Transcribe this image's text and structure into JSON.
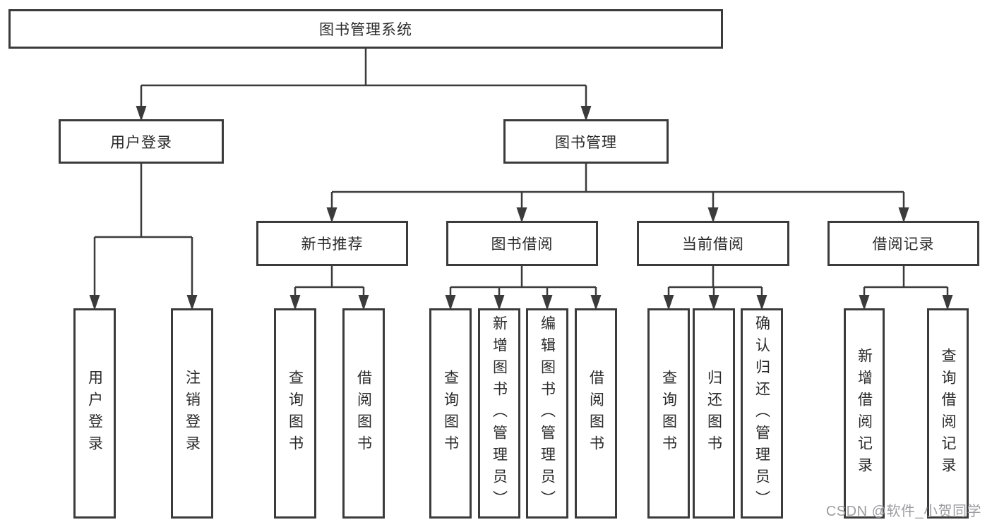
{
  "tree": {
    "label": "图书管理系统",
    "children": [
      {
        "label": "用户登录",
        "children": [
          {
            "label": "用户登录"
          },
          {
            "label": "注销登录"
          }
        ]
      },
      {
        "label": "图书管理",
        "children": [
          {
            "label": "新书推荐",
            "children": [
              {
                "label": "查询图书"
              },
              {
                "label": "借阅图书"
              }
            ]
          },
          {
            "label": "图书借阅",
            "children": [
              {
                "label": "查询图书"
              },
              {
                "label": "新增图书（管理员）"
              },
              {
                "label": "编辑图书（管理员）"
              },
              {
                "label": "借阅图书"
              }
            ]
          },
          {
            "label": "当前借阅",
            "children": [
              {
                "label": "查询图书"
              },
              {
                "label": "归还图书"
              },
              {
                "label": "确认归还（管理员）"
              }
            ]
          },
          {
            "label": "借阅记录",
            "children": [
              {
                "label": "新增借阅记录"
              },
              {
                "label": "查询借阅记录"
              }
            ]
          }
        ]
      }
    ]
  },
  "watermark": "CSDN @软件_小贺同学",
  "colors": {
    "line": "#3b3b3b",
    "box_border": "#3b3b3b",
    "text": "#2a2a2a",
    "watermark": "#9d9da1",
    "background": "#ffffff"
  }
}
